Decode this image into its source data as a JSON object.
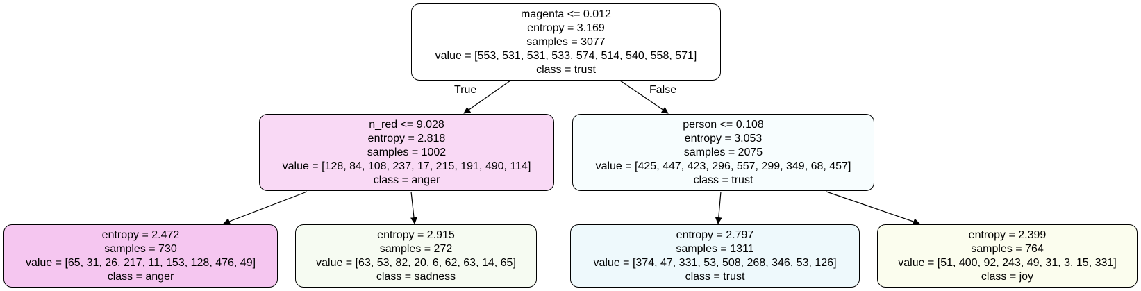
{
  "nodes": {
    "root": {
      "split": "magenta <= 0.012",
      "entropy": "entropy = 3.169",
      "samples": "samples = 3077",
      "value": "value = [553, 531, 531, 533, 574, 514, 540, 558, 571]",
      "class": "class = trust",
      "fill": "#ffffff"
    },
    "left": {
      "split": "n_red <= 9.028",
      "entropy": "entropy = 2.818",
      "samples": "samples = 1002",
      "value": "value = [128, 84, 108, 237, 17, 215, 191, 490, 114]",
      "class": "class = anger",
      "fill": "#f9d9f5"
    },
    "right": {
      "split": "person <= 0.108",
      "entropy": "entropy = 3.053",
      "samples": "samples = 2075",
      "value": "value = [425, 447, 423, 296, 557, 299, 349, 68, 457]",
      "class": "class = trust",
      "fill": "#f7fdfe"
    },
    "leaf_ll": {
      "entropy": "entropy = 2.472",
      "samples": "samples = 730",
      "value": "value = [65, 31, 26, 217, 11, 153, 128, 476, 49]",
      "class": "class = anger",
      "fill": "#f5c6f0"
    },
    "leaf_lr": {
      "entropy": "entropy = 2.915",
      "samples": "samples = 272",
      "value": "value = [63, 53, 82, 20, 6, 62, 63, 14, 65]",
      "class": "class = sadness",
      "fill": "#f6fbf2"
    },
    "leaf_rl": {
      "entropy": "entropy = 2.797",
      "samples": "samples = 1311",
      "value": "value = [374, 47, 331, 53, 508, 268, 346, 53, 126]",
      "class": "class = trust",
      "fill": "#eef9fc"
    },
    "leaf_rr": {
      "entropy": "entropy = 2.399",
      "samples": "samples = 764",
      "value": "value = [51, 400, 92, 243, 49, 31, 3, 15, 331]",
      "class": "class = joy",
      "fill": "#fbfdee"
    }
  },
  "edge_labels": {
    "true": "True",
    "false": "False"
  }
}
